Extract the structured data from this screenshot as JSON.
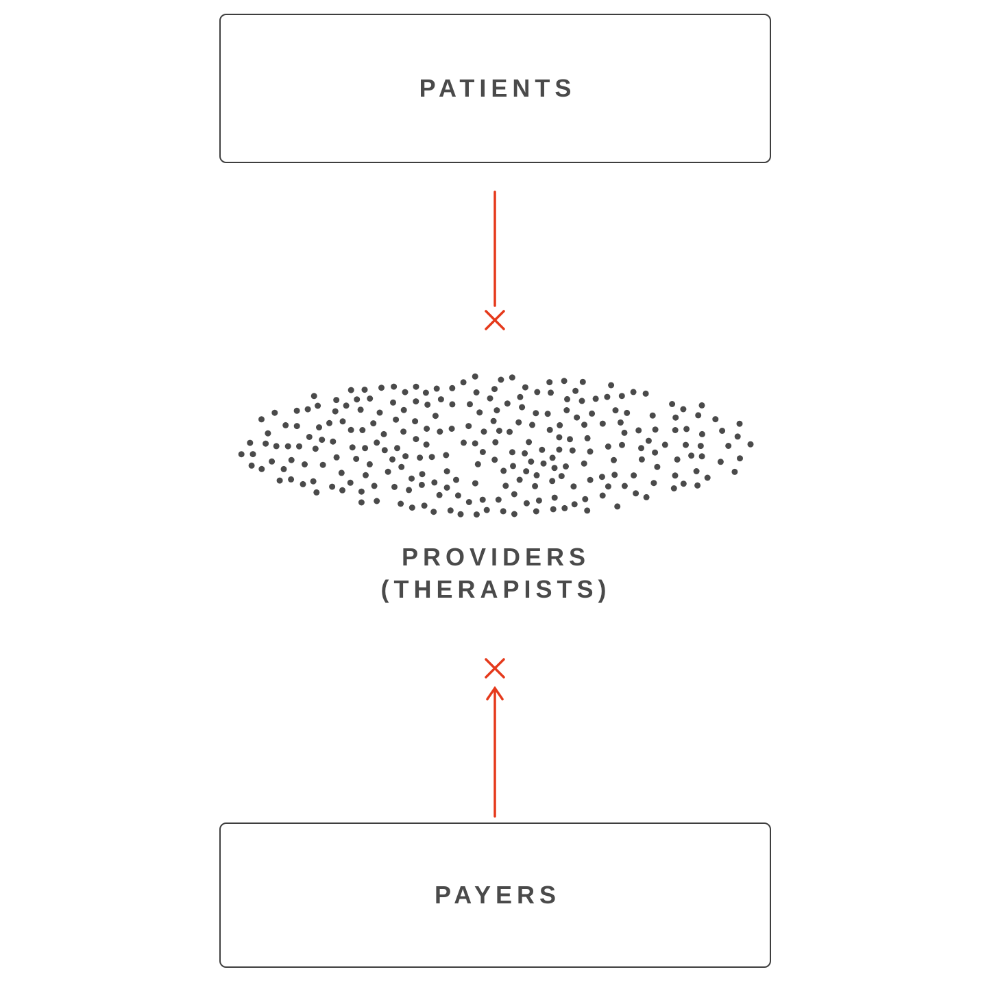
{
  "diagram": {
    "colors": {
      "accent_red": "#E5391B",
      "ink": "#4A4A4A",
      "box_border": "#3E3E3E",
      "dot": "#4A4A4A",
      "background": "#FFFFFF"
    },
    "nodes": {
      "patients": {
        "label": "PATIENTS"
      },
      "providers": {
        "label_line1": "PROVIDERS",
        "label_line2": "(THERAPISTS)"
      },
      "payers": {
        "label": "PAYERS"
      }
    },
    "connectors": {
      "patients_to_providers": {
        "name": "patients-to-providers",
        "blocked": true
      },
      "payers_to_providers": {
        "name": "payers-to-providers",
        "blocked": true
      }
    },
    "dot_cloud": {
      "count": 260,
      "seed": 12,
      "dot_radius": 4.5,
      "min_spacing": 15
    }
  }
}
